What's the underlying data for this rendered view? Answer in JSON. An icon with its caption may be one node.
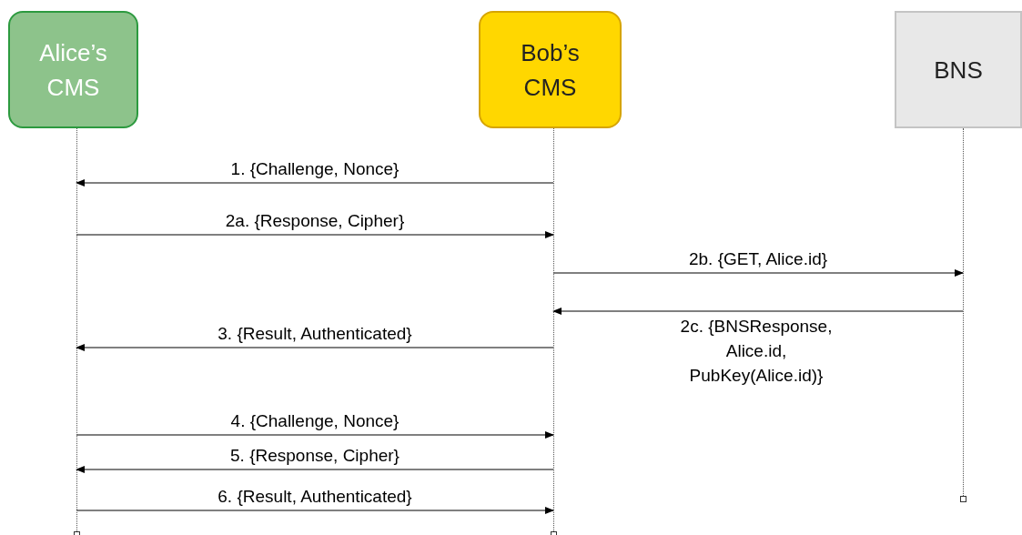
{
  "diagram": {
    "nodes": [
      {
        "text": [
          "Alice’s CMS"
        ]
      },
      {
        "text": [
          "Bob’s CMS"
        ]
      },
      {
        "text": [
          "BNS"
        ]
      }
    ],
    "edges": [
      {
        "from": 1,
        "to": 0,
        "arrow": "to",
        "label": "1. {Challenge, Nonce}"
      },
      {
        "from": 0,
        "to": 1,
        "arrow": "to",
        "label": "2a. {Response, Cipher}"
      },
      {
        "from": 1,
        "to": 2,
        "arrow": "to",
        "label": "2b. {GET, Alice.id}"
      },
      {
        "from": 2,
        "to": 1,
        "arrow": "to",
        "label": "2c. {BNSResponse, Alice.id, PubKey(Alice.id)}"
      },
      {
        "from": 1,
        "to": 0,
        "arrow": "to",
        "label": "3. {Result, Authenticated}"
      },
      {
        "from": 0,
        "to": 1,
        "arrow": "to",
        "label": "4. {Challenge, Nonce}"
      },
      {
        "from": 1,
        "to": 0,
        "arrow": "to",
        "label": "5. {Response, Cipher}"
      },
      {
        "from": 0,
        "to": 1,
        "arrow": "to",
        "label": "6. {Result, Authenticated}"
      }
    ]
  }
}
